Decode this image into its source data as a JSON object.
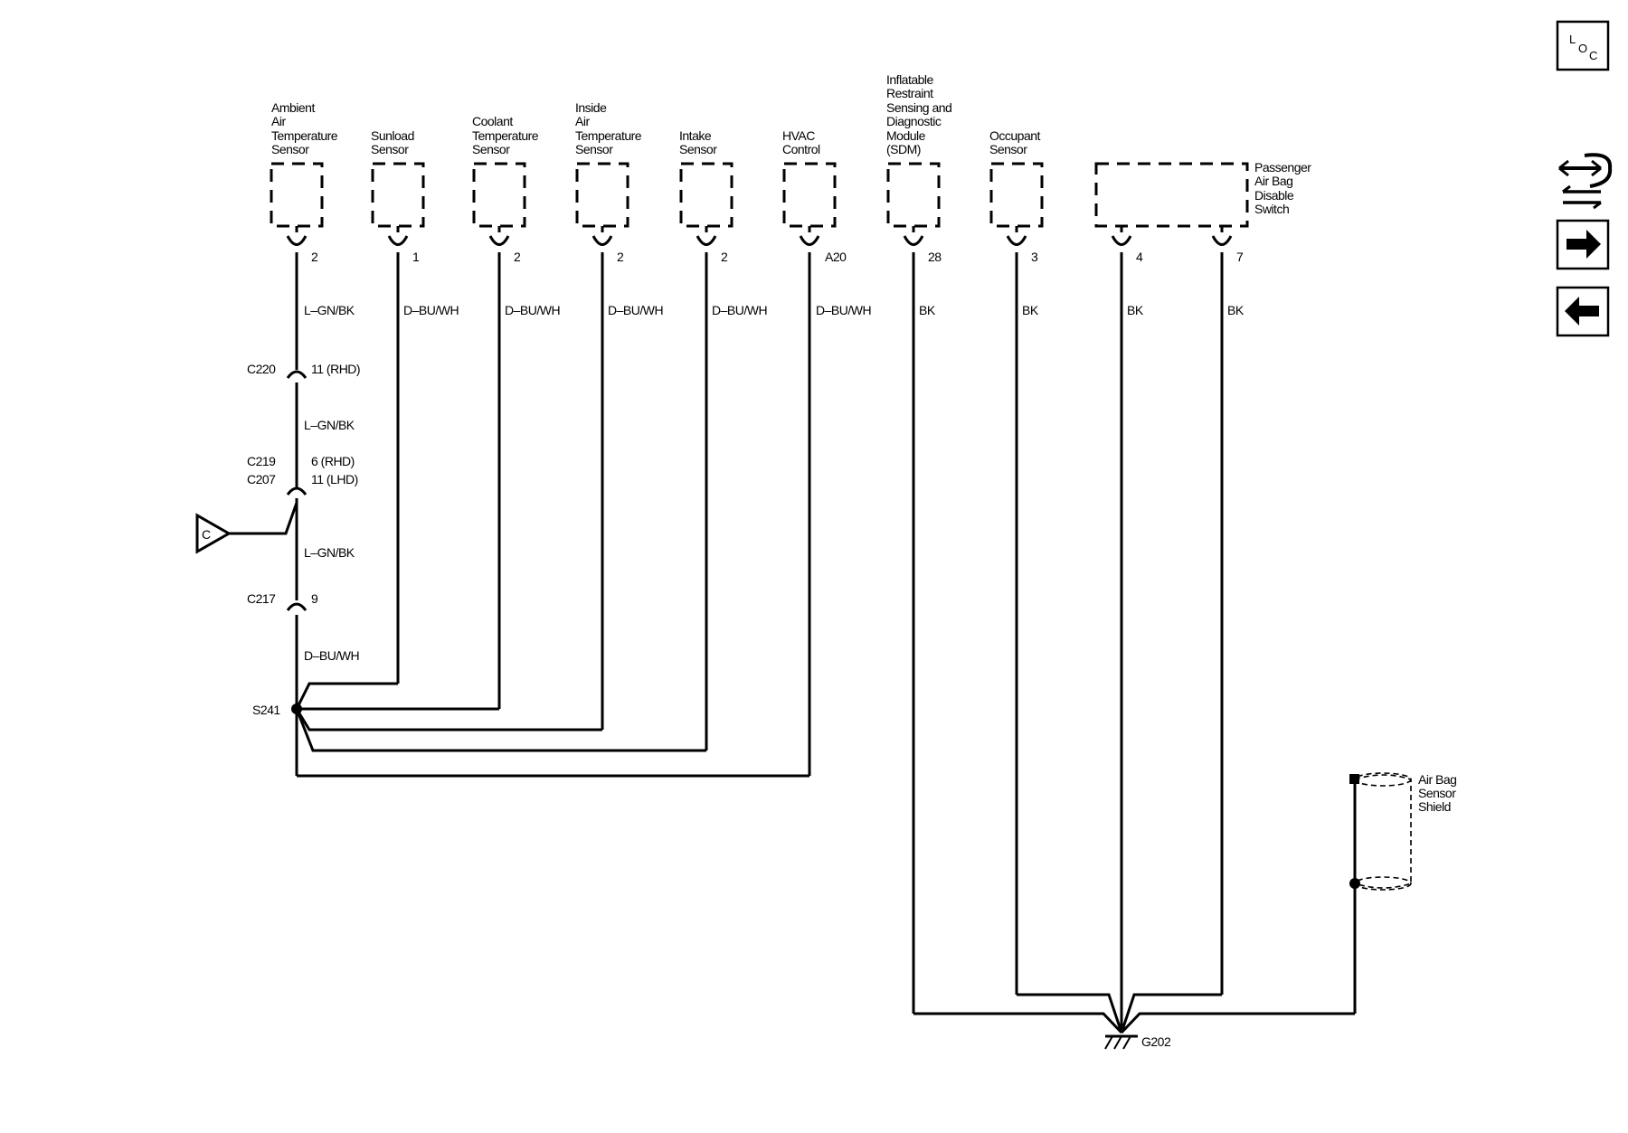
{
  "components": {
    "ambient": [
      "Ambient",
      "Air",
      "Temperature",
      "Sensor"
    ],
    "sunload": [
      "Sunload",
      "Sensor"
    ],
    "coolant": [
      "Coolant",
      "Temperature",
      "Sensor"
    ],
    "inside": [
      "Inside",
      "Air",
      "Temperature",
      "Sensor"
    ],
    "intake": [
      "Intake",
      "Sensor"
    ],
    "hvac": [
      "HVAC",
      "Control"
    ],
    "sdm": [
      "Inflatable",
      "Restraint",
      "Sensing and",
      "Diagnostic",
      "Module",
      "(SDM)"
    ],
    "occupant": [
      "Occupant",
      "Sensor"
    ],
    "passenger_switch": [
      "Passenger",
      "Air Bag",
      "Disable",
      "Switch"
    ],
    "shield": [
      "Air Bag",
      "Sensor",
      "Shield"
    ]
  },
  "pins": {
    "ambient": "2",
    "sunload": "1",
    "coolant": "2",
    "inside": "2",
    "intake": "2",
    "hvac": "A20",
    "sdm": "28",
    "occupant": "3",
    "switch_a": "4",
    "switch_b": "7"
  },
  "wire_colors": {
    "ambient_top": "L–GN/BK",
    "sunload": "D–BU/WH",
    "coolant": "D–BU/WH",
    "inside": "D–BU/WH",
    "intake": "D–BU/WH",
    "hvac": "D–BU/WH",
    "sdm": "BK",
    "occupant": "BK",
    "switch_a": "BK",
    "switch_b": "BK",
    "ambient_mid": "L–GN/BK",
    "ambient_low": "L–GN/BK",
    "ambient_bottom": "D–BU/WH"
  },
  "connectors": {
    "c220": "C220",
    "c220_pin": "11 (RHD)",
    "c219": "C219",
    "c219_pin": "6  (RHD)",
    "c207": "C207",
    "c207_pin": "11 (LHD)",
    "c217": "C217",
    "c217_pin": "9"
  },
  "splice": "S241",
  "ground": "G202",
  "offpage_ref": "C",
  "nav": {
    "loc_label": "LOC"
  }
}
